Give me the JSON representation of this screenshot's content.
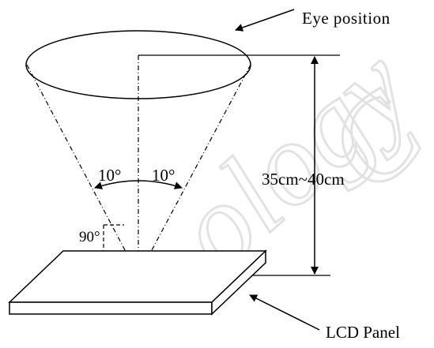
{
  "labels": {
    "eye_position": "Eye position",
    "distance": "35cm~40cm",
    "angle_left": "10°",
    "angle_right": "10°",
    "angle_perpendicular": "90°",
    "panel": "LCD Panel"
  },
  "watermark": {
    "text": "Technology Co",
    "color": "#e3e3e3"
  },
  "colors": {
    "ink": "#000000",
    "background": "#ffffff"
  }
}
